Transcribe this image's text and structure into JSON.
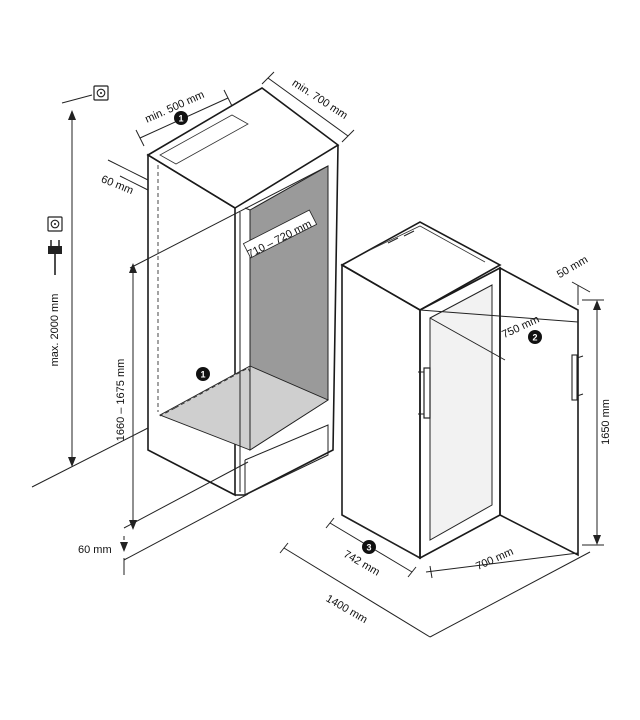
{
  "dimensions": {
    "niche_top_depth": "min. 500 mm",
    "niche_depth": "min. 700 mm",
    "top_gap": "60 mm",
    "niche_width": "710 – 720 mm",
    "ceiling_height": "max. 2000 mm",
    "niche_height": "1660 – 1675 mm",
    "bottom_gap": "60 mm",
    "door_swing_gap": "50 mm",
    "door_open_depth": "750 mm",
    "appliance_height": "1650 mm",
    "appliance_depth": "742 mm",
    "appliance_width": "700 mm",
    "total_clearance": "1400 mm"
  },
  "badges": {
    "ventilation_top": "1",
    "ventilation_bottom": "1",
    "door_clearance": "2",
    "depth_marker": "3"
  },
  "icons": [
    "socket-icon",
    "socket-icon",
    "plug-icon"
  ],
  "colors": {
    "line": "#1a1a1a",
    "niche_fill": "#9a9a9a",
    "floor_fill": "#cfcfcf",
    "glass_fill": "#f2f2f2"
  }
}
